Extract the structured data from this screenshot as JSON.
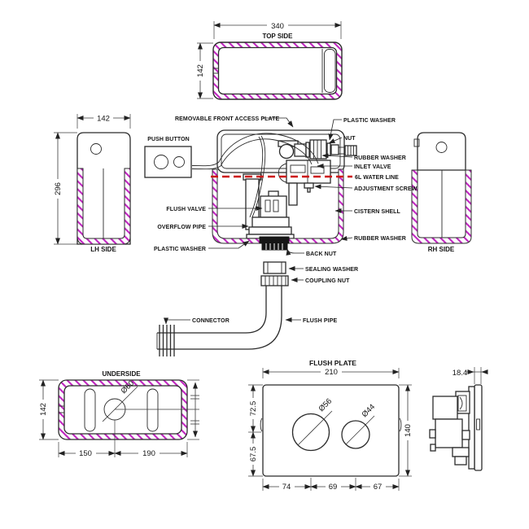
{
  "views": {
    "top": {
      "title": "TOP SIDE",
      "width": "340",
      "height": "142"
    },
    "lh": {
      "title": "LH SIDE",
      "width": "142",
      "height": "296"
    },
    "rh": {
      "title": "RH SIDE"
    },
    "underside": {
      "title": "UNDERSIDE",
      "height": "142",
      "offset_left": "150",
      "offset_right": "190",
      "hole": "Ø60"
    },
    "flush_plate": {
      "title": "FLUSH PLATE",
      "width": "210",
      "height": "140",
      "top_left": "72.5",
      "bottom_left": "67.5",
      "bottom_1": "74",
      "bottom_2": "69",
      "bottom_3": "67",
      "big_circle": "Ø56",
      "small_circle": "Ø44"
    },
    "profile": {
      "thickness": "18.4"
    }
  },
  "labels": {
    "removable_front_access_plate": "REMOVABLE FRONT ACCESS PLATE",
    "push_button": "PUSH BUTTON",
    "plastic_washer_top": "PLASTIC WASHER",
    "nut": "NUT",
    "rubber_washer_top": "RUBBER WASHER",
    "inlet_valve": "INLET VALVE",
    "water_line": "6L WATER LINE",
    "adjustment_screw": "ADJUSTMENT SCREW",
    "cistern_shell": "CISTERN SHELL",
    "rubber_washer_bottom": "RUBBER WASHER",
    "flush_valve": "FLUSH VALVE",
    "overflow_pipe": "OVERFLOW PIPE",
    "plastic_washer_bottom": "PLASTIC WASHER",
    "back_nut": "BACK NUT",
    "sealing_washer": "SEALING WASHER",
    "coupling_nut": "COUPLING NUT",
    "connector": "CONNECTOR",
    "flush_pipe": "FLUSH PIPE"
  },
  "colors": {
    "hatch": "#c026c0",
    "water_line": "#cc1616",
    "line": "#2b2b2b"
  }
}
